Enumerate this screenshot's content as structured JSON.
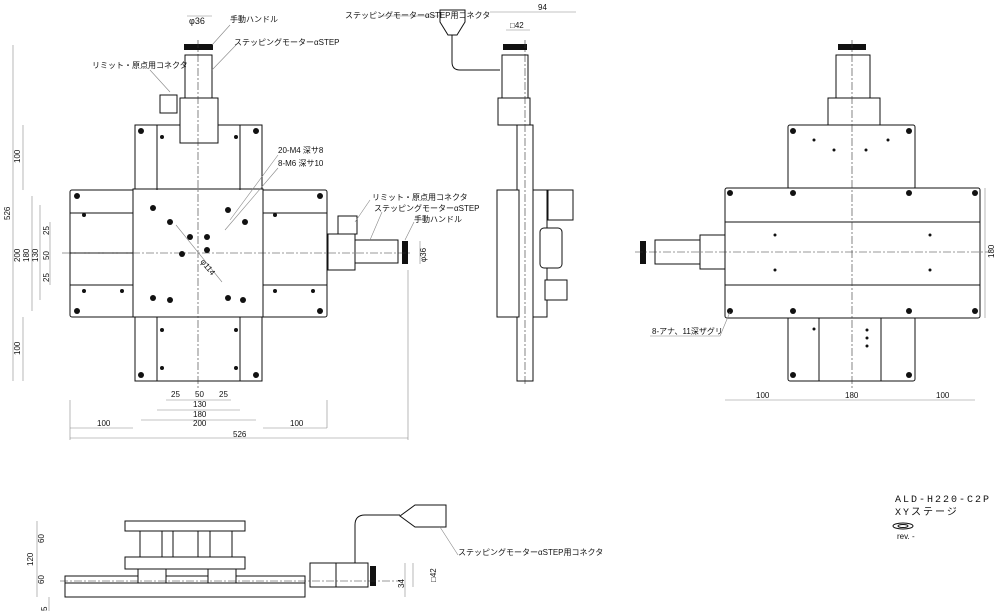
{
  "top_view": {
    "labels": {
      "handle_dia": "φ36",
      "manual_handle": "手動ハンドル",
      "stepping_motor": "ステッピングモーターαSTEP",
      "limit_connector": "リミット・原点用コネクタ",
      "tap_m4": "20-M4 深サ8",
      "tap_m6": "8-M6 深サ10",
      "pcd": "φ114",
      "right_limit_connector": "リミット・原点用コネクタ",
      "right_stepping_motor": "ステッピングモーターαSTEP",
      "right_manual_handle": "手動ハンドル",
      "right_handle_dia": "φ36"
    },
    "dims_vertical": [
      "100",
      "526",
      "200",
      "180",
      "130",
      "25",
      "50",
      "25",
      "100"
    ],
    "dims_bottom": [
      "25",
      "50",
      "25",
      "130",
      "180",
      "200",
      "100",
      "526",
      "100"
    ]
  },
  "side_view": {
    "connector_label": "ステッピングモーターαSTEP用コネクタ",
    "dim_width": "94",
    "dim_square": "□42"
  },
  "right_view": {
    "hole_label": "8-アナ、11深ザグリ",
    "dims_bottom": [
      "100",
      "180",
      "100"
    ],
    "dim_vertical": "180"
  },
  "front_view": {
    "dims": [
      "60",
      "120",
      "60",
      "5",
      "34",
      "□42"
    ],
    "connector_label": "ステッピングモーターαSTEP用コネクタ"
  },
  "title_block": {
    "model": "ALD-H220-C2P",
    "name": "XYステージ",
    "rev": "rev. -"
  }
}
